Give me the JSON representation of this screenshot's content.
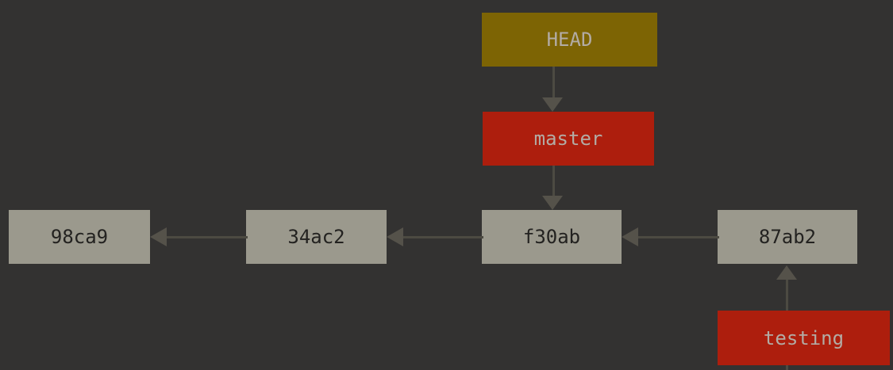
{
  "diagram": {
    "title": "git branch pointers diagram",
    "type": "git-commit-graph"
  },
  "colors": {
    "background": "#333231",
    "commit_fill": "#9b998d",
    "commit_text": "#232220",
    "head_fill": "#7d6404",
    "branch_fill": "#ad1e0d",
    "label_text": "#b3aca5",
    "line": "#4c4a42",
    "arrowhead": "#55524a"
  },
  "nodes": {
    "head": {
      "label": "HEAD",
      "kind": "pointer"
    },
    "branches": {
      "master": {
        "label": "master",
        "kind": "branch"
      },
      "testing": {
        "label": "testing",
        "kind": "branch"
      }
    },
    "commits": [
      {
        "label": "98ca9"
      },
      {
        "label": "34ac2"
      },
      {
        "label": "f30ab"
      },
      {
        "label": "87ab2"
      }
    ]
  },
  "edges": [
    {
      "from": "HEAD",
      "to": "master",
      "direction": "down"
    },
    {
      "from": "master",
      "to": "f30ab",
      "direction": "down"
    },
    {
      "from": "testing",
      "to": "87ab2",
      "direction": "up"
    },
    {
      "from": "34ac2",
      "to": "98ca9",
      "direction": "left"
    },
    {
      "from": "f30ab",
      "to": "34ac2",
      "direction": "left"
    },
    {
      "from": "87ab2",
      "to": "f30ab",
      "direction": "left"
    }
  ]
}
